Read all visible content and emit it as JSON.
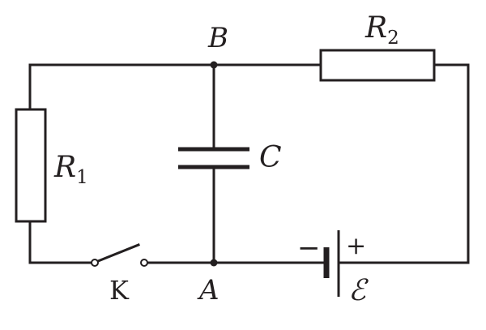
{
  "diagram": {
    "type": "circuit",
    "ink_color": "#231f20",
    "background": "#ffffff",
    "nodes": {
      "B": "B",
      "A": "A"
    },
    "components": {
      "r1": {
        "letter": "R",
        "subscript": "1"
      },
      "r2": {
        "letter": "R",
        "subscript": "2"
      },
      "capacitor": {
        "label": "C"
      },
      "switch": {
        "label": "K"
      },
      "battery": {
        "label": "ℰ",
        "plus": "+",
        "minus": "−"
      }
    }
  }
}
